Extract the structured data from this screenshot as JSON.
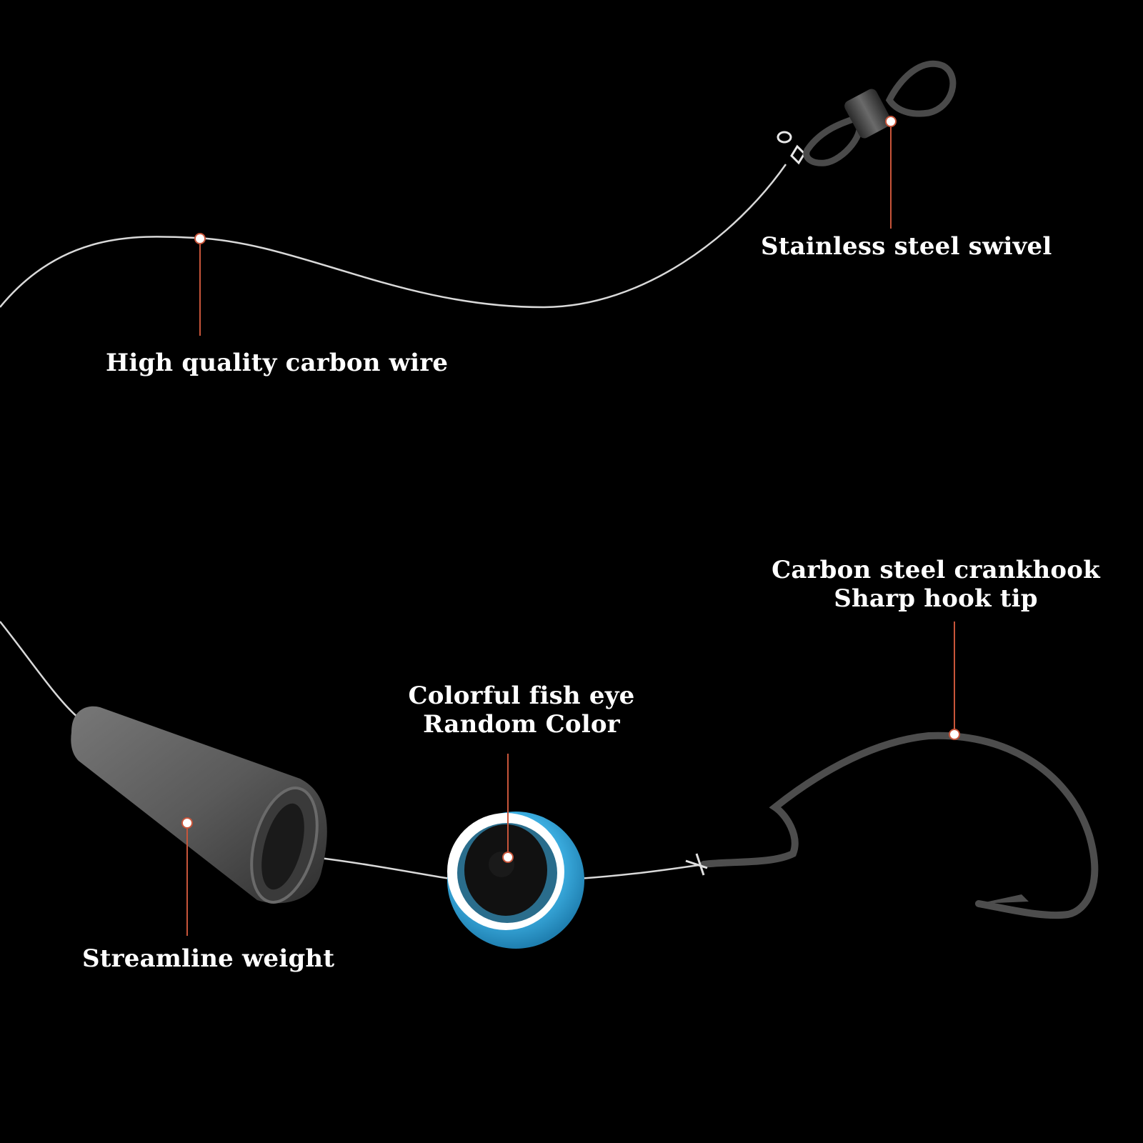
{
  "labels": {
    "wire": "High quality carbon wire",
    "swivel": "Stainless steel swivel",
    "hook_line1": "Carbon steel crankhook",
    "hook_line2": "Sharp hook tip",
    "eye_line1": "Colorful fish eye",
    "eye_line2": "Random Color",
    "weight": "Streamline weight"
  },
  "colors": {
    "background": "#000000",
    "callout": "#c8553a",
    "line": "#d9d9d9",
    "metal": "#5a5a5a",
    "bead": "#3fb3e6"
  },
  "icons": [
    "swivel-icon",
    "weight-icon",
    "bead-icon",
    "hook-icon"
  ]
}
